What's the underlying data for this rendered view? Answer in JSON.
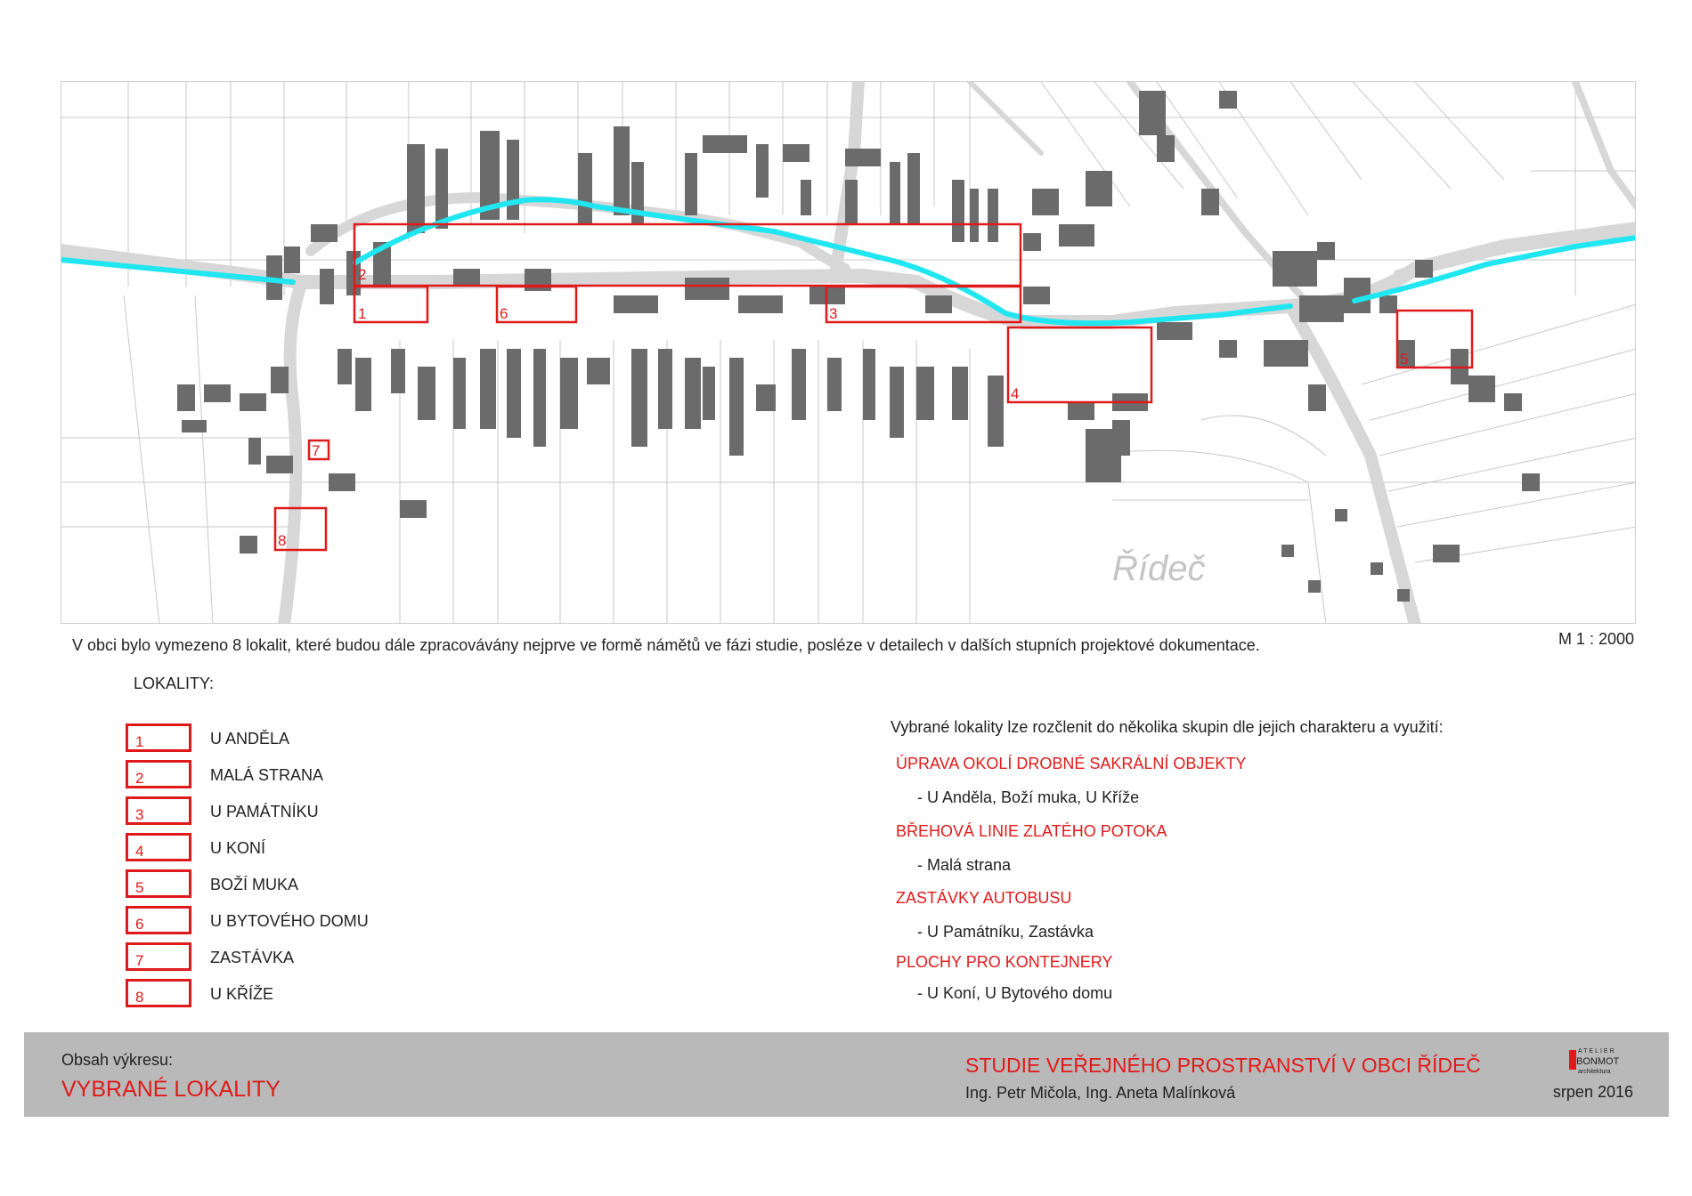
{
  "map": {
    "place_label": "Řídeč",
    "colors": {
      "locality": "#e01a1a",
      "stream": "#1fe6f0",
      "road": "#d6d6d6",
      "building": "#6b6b6b"
    },
    "locality_numbers": [
      "1",
      "2",
      "3",
      "4",
      "5",
      "6",
      "7",
      "8"
    ]
  },
  "caption": "V obci bylo vymezeno 8 lokalit, které budou dále zpracovávány nejprve ve formě námětů ve fázi studie, posléze v detailech v dalších stupních projektové dokumentace.",
  "scale": "M 1 : 2000",
  "localities_title": "LOKALITY:",
  "localities": [
    {
      "num": "1",
      "name": "U ANDĚLA"
    },
    {
      "num": "2",
      "name": "MALÁ STRANA"
    },
    {
      "num": "3",
      "name": "U PAMÁTNÍKU"
    },
    {
      "num": "4",
      "name": "U KONÍ"
    },
    {
      "num": "5",
      "name": "BOŽÍ MUKA"
    },
    {
      "num": "6",
      "name": "U BYTOVÉHO DOMU"
    },
    {
      "num": "7",
      "name": "ZASTÁVKA"
    },
    {
      "num": "8",
      "name": "U KŘÍŽE"
    }
  ],
  "groups_intro": "Vybrané lokality lze rozčlenit do několika skupin dle jejich charakteru a využití:",
  "groups": [
    {
      "title": "ÚPRAVA OKOLÍ DROBNÉ SAKRÁLNÍ OBJEKTY",
      "items": "- U Anděla, Boží muka, U Kříže"
    },
    {
      "title": "BŘEHOVÁ LINIE ZLATÉHO POTOKA",
      "items": "- Malá strana"
    },
    {
      "title": "ZASTÁVKY AUTOBUSU",
      "items": "- U Památníku, Zastávka"
    },
    {
      "title": "PLOCHY PRO KONTEJNERY",
      "items": "- U Koní, U Bytového domu"
    }
  ],
  "footer": {
    "content_label": "Obsah výkresu:",
    "content_title": "VYBRANÉ LOKALITY",
    "project_title": "STUDIE VEŘEJNÉHO PROSTRANSTVÍ V OBCI ŘÍDEČ",
    "authors": "Ing. Petr Mičola, Ing. Aneta Malínková",
    "date": "srpen 2016",
    "logo_text": {
      "top": "ATELIER",
      "middle": "BONMOT",
      "bottom": "architektura"
    }
  }
}
